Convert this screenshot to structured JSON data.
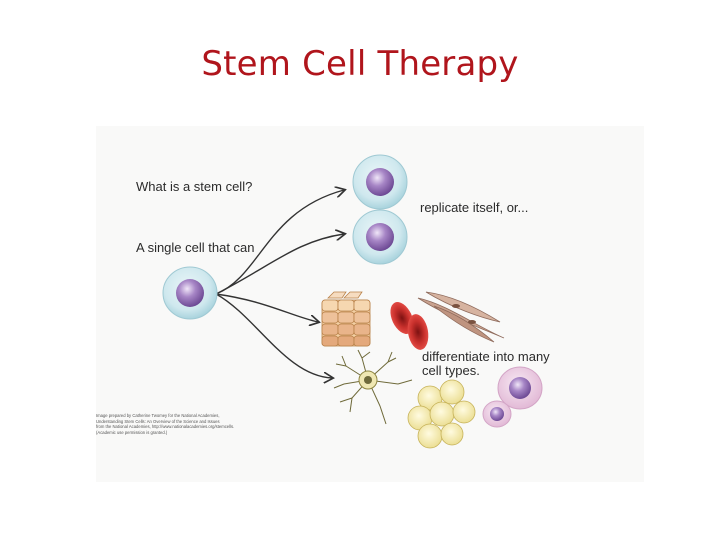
{
  "slide": {
    "title": "Stem Cell Therapy"
  },
  "diagram": {
    "question": "What is a stem cell?",
    "subject": "A single cell that can",
    "outcome_replicate": "replicate itself, or...",
    "outcome_differentiate": [
      "differentiate into many",
      "cell types."
    ],
    "credit_lines": [
      "Image prepared by Catherine Twomey for the National Academies,",
      "Understanding Stem Cells: An Overview of the Science and Issues",
      "from the National Academies, http://www.nationalacademies.org/stemcells.",
      "(Academic use permission is granted.)"
    ]
  },
  "colors": {
    "title": "#b0151c",
    "cell_body": "#cfe8ee",
    "nucleus": "#8b63b0",
    "arrow": "#333333"
  }
}
